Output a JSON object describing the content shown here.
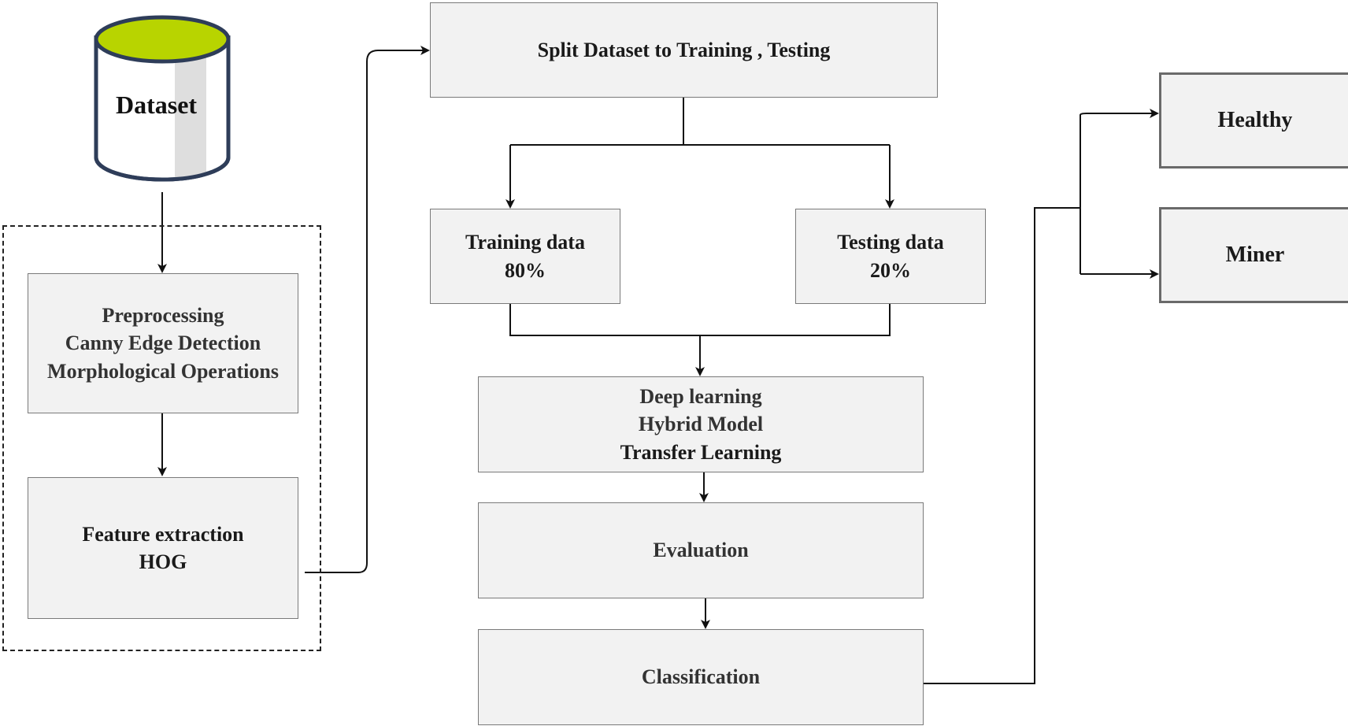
{
  "colors": {
    "db_top": "#b8d400",
    "db_stroke": "#2e3d59",
    "box_fill": "#f2f2f2",
    "box_border": "#7a7a7a",
    "line": "#111111"
  },
  "nodes": {
    "dataset": "Dataset",
    "preprocessing": [
      "Preprocessing",
      "Canny Edge Detection",
      "Morphological Operations"
    ],
    "feature_extraction": [
      "Feature extraction",
      "HOG"
    ],
    "split": "Split Dataset to Training  , Testing",
    "training": [
      "Training data",
      "80%"
    ],
    "testing": [
      "Testing  data",
      "20%"
    ],
    "deep_learning": [
      "Deep learning",
      "Hybrid Model",
      "Transfer Learning"
    ],
    "evaluation": "Evaluation",
    "classification": "Classification",
    "healthy": "Healthy",
    "miner": "Miner"
  }
}
